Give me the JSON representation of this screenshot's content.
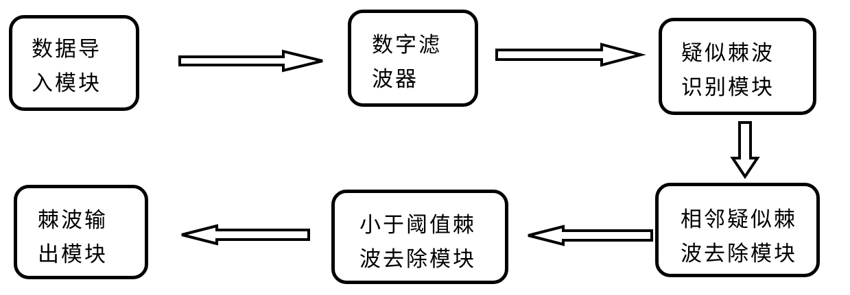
{
  "nodes": {
    "data_import": "数据导\n入模块",
    "digital_filter": "数字滤\n波器",
    "suspected_spike_identification": "疑似棘波\n识别模块",
    "adjacent_suspected_spike_removal": "相邻疑似棘\n波去除模块",
    "below_threshold_spike_removal": "小于阈值棘\n波去除模块",
    "spike_output": "棘波输\n出模块"
  },
  "edges": [
    {
      "from": "data_import",
      "to": "digital_filter"
    },
    {
      "from": "digital_filter",
      "to": "suspected_spike_identification"
    },
    {
      "from": "suspected_spike_identification",
      "to": "adjacent_suspected_spike_removal"
    },
    {
      "from": "adjacent_suspected_spike_removal",
      "to": "below_threshold_spike_removal"
    },
    {
      "from": "below_threshold_spike_removal",
      "to": "spike_output"
    }
  ]
}
